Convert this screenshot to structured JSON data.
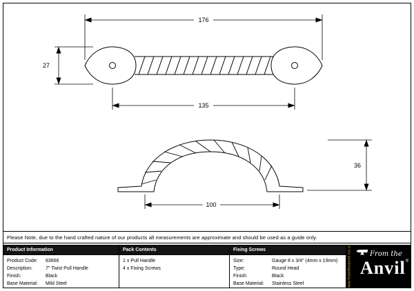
{
  "note": {
    "text": "Please Note, due to the hand crafted nature of our products all measurements are approximate and should be used as a guide only."
  },
  "drawing": {
    "top_view": {
      "overall_width": "176",
      "height": "27",
      "hole_centres": "135"
    },
    "side_view": {
      "inner_width": "100",
      "height": "36"
    }
  },
  "table": {
    "product_info": {
      "header": "Product Information",
      "rows": [
        {
          "label": "Product Code:",
          "value": "83666"
        },
        {
          "label": "Description:",
          "value": "7\" Twist Pull Handle"
        },
        {
          "label": "Finish:",
          "value": "Black"
        },
        {
          "label": "Base Material:",
          "value": "Mild Steel"
        }
      ]
    },
    "pack_contents": {
      "header": "Pack Contents",
      "items": [
        "1 x Pull Handle",
        "4 x Fixing Screws"
      ]
    },
    "fixing_screws": {
      "header": "Fixing Screws",
      "rows": [
        {
          "label": "Size:",
          "value": "Gauge 8 x 3/4\" (4mm x 19mm)"
        },
        {
          "label": "Type:",
          "value": "Round Head"
        },
        {
          "label": "Finish:",
          "value": "Black"
        },
        {
          "label": "Base Material:",
          "value": "Stainless Steel"
        }
      ]
    }
  },
  "logo": {
    "tagline": "From the",
    "brand": "Anvil",
    "registered": "®",
    "website": "www.fromtheanvil.co.uk"
  }
}
